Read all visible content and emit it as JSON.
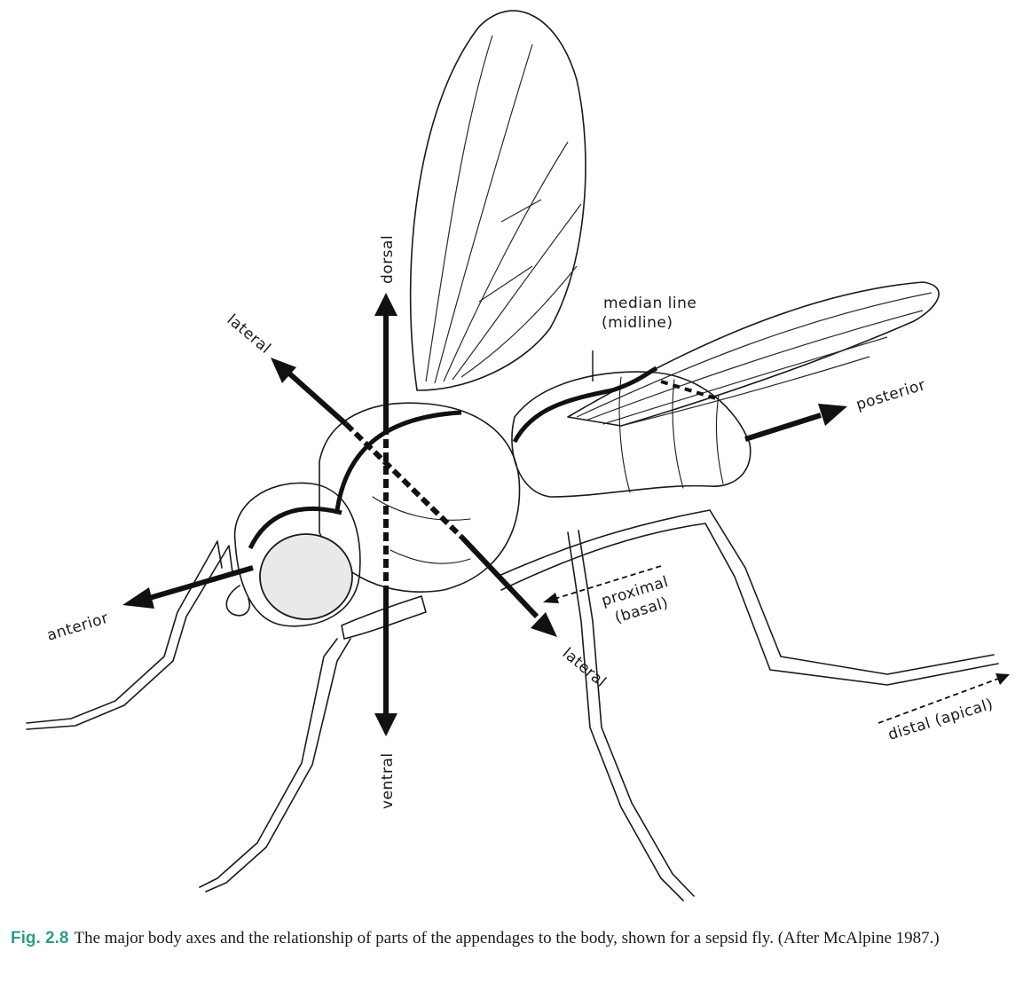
{
  "labels": {
    "dorsal": "dorsal",
    "ventral": "ventral",
    "lateral_upper": "lateral",
    "lateral_lower": "lateral",
    "anterior": "anterior",
    "posterior": "posterior",
    "median_line_1": "median line",
    "median_line_2": "(midline)",
    "proximal_1": "proximal",
    "proximal_2": "(basal)",
    "distal": "distal (apical)"
  },
  "caption": {
    "figure_number": "Fig. 2.8",
    "text": "The major body axes and the relationship of parts of the appendages to the body, shown for a sepsid fly. (After McAlpine 1987.)"
  },
  "colors": {
    "accent": "#2e9c8c",
    "ink": "#1a1a1a"
  }
}
